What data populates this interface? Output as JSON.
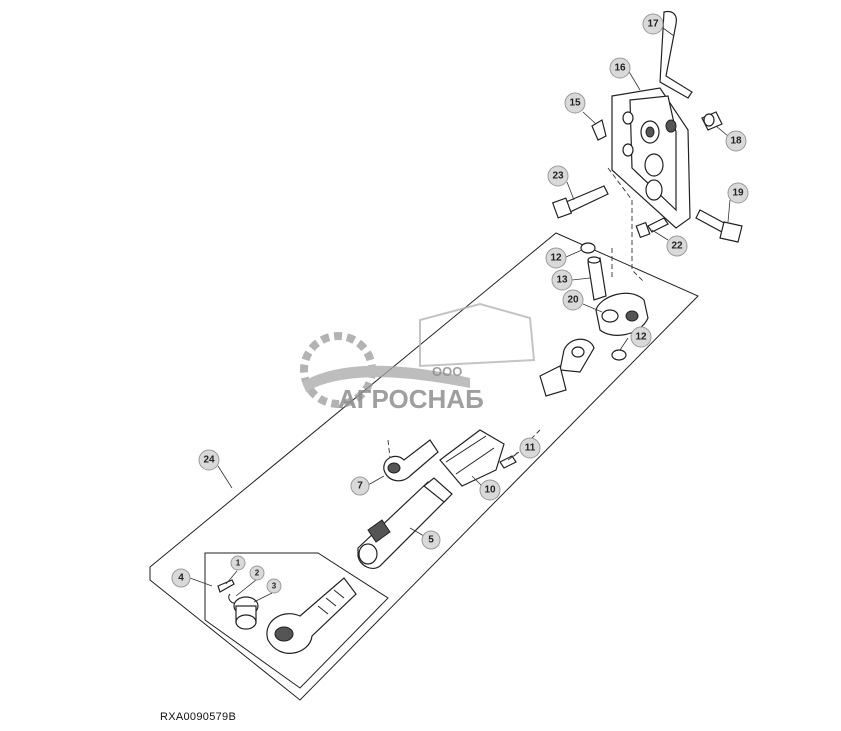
{
  "reference_code": "RXA0090579B",
  "callouts": [
    "1",
    "2",
    "3",
    "4",
    "5",
    "7",
    "10",
    "11",
    "12",
    "12",
    "13",
    "15",
    "16",
    "17",
    "18",
    "19",
    "20",
    "22",
    "23",
    "24"
  ],
  "watermark": {
    "small": "ООО",
    "name": "АГРОСНАБ"
  }
}
